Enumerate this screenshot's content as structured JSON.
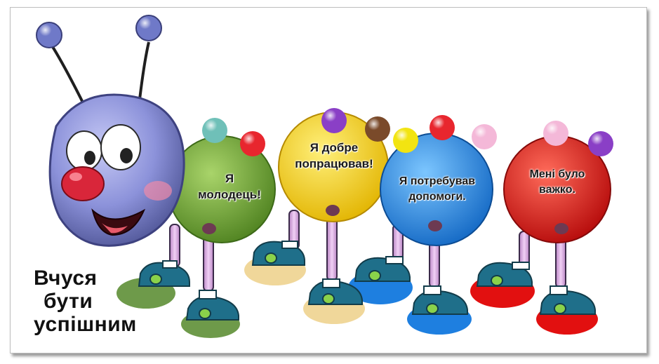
{
  "caption": {
    "line1": "Вчуся",
    "line2": "бути",
    "line3": "успішним"
  },
  "segments": [
    {
      "line1": "Я",
      "line2": "молодець!",
      "color": "#6fa132"
    },
    {
      "line1": "Я добре",
      "line2": "попрацював!",
      "color": "#f2cf10"
    },
    {
      "line1": "Я потребував",
      "line2": "допомоги.",
      "color": "#2f8fe0"
    },
    {
      "line1": "Мені було",
      "line2": "важко.",
      "color": "#e01414"
    }
  ],
  "colors": {
    "head": "#8a8fd6",
    "nose": "#d9263a",
    "leg": "#e7b8ec",
    "shoe": "#1f6f8a"
  }
}
